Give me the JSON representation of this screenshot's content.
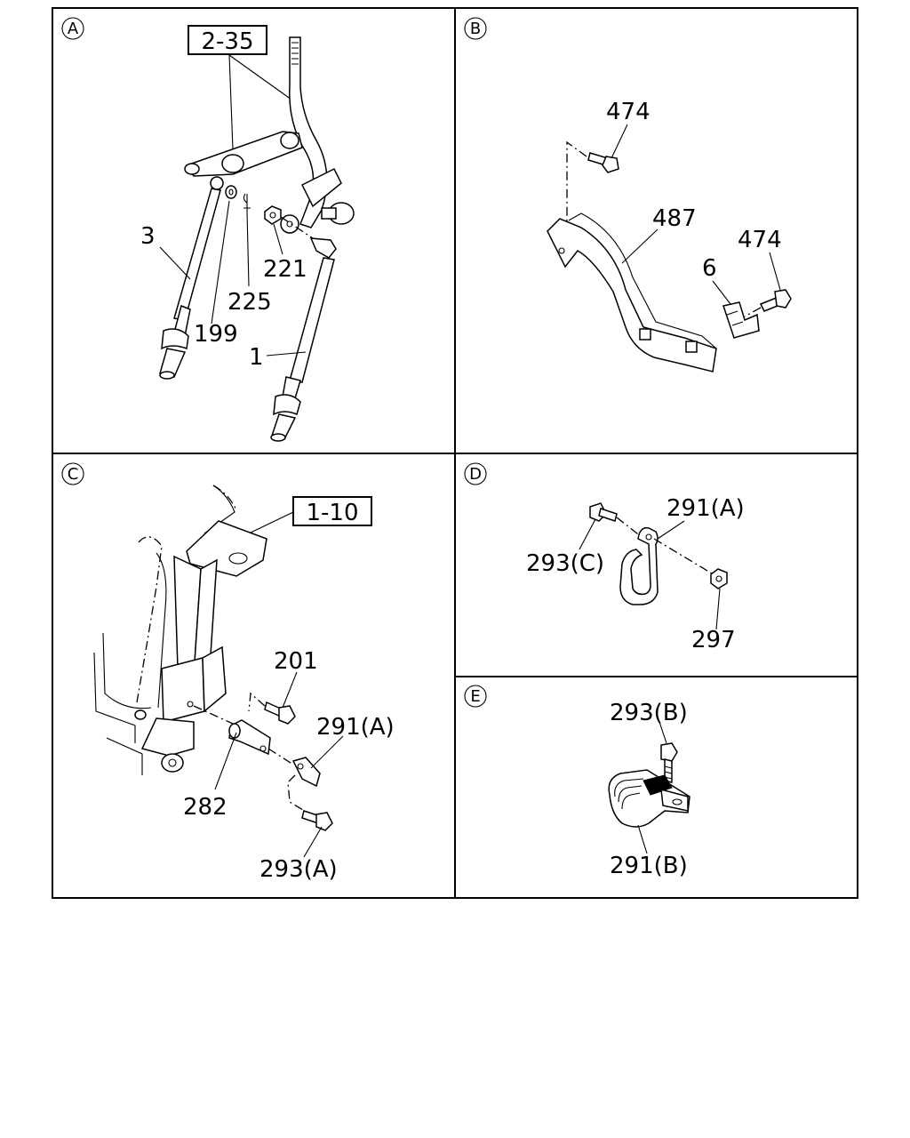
{
  "sections": [
    {
      "letter": "A",
      "refbox": "2-35",
      "labels": [
        "3",
        "199",
        "225",
        "221",
        "1"
      ]
    },
    {
      "letter": "B",
      "labels": [
        "474",
        "487",
        "474",
        "6"
      ]
    },
    {
      "letter": "C",
      "refbox": "1-10",
      "labels": [
        "201",
        "291(A)",
        "282",
        "293(A)"
      ]
    },
    {
      "letter": "D",
      "labels": [
        "291(A)",
        "293(C)",
        "297"
      ]
    },
    {
      "letter": "E",
      "labels": [
        "293(B)",
        "291(B)"
      ]
    }
  ]
}
